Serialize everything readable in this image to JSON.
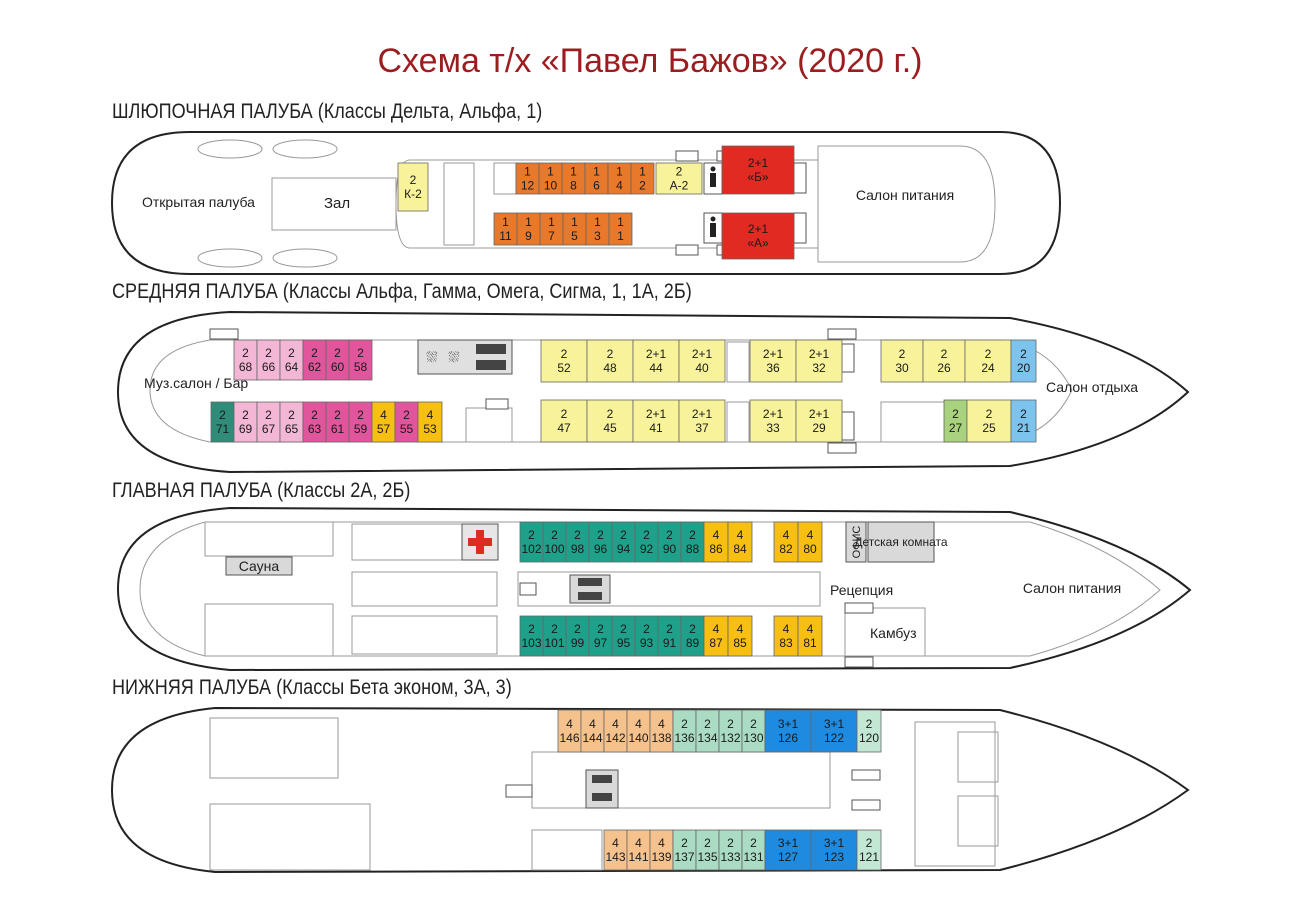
{
  "title": "Схема т/х «Павел Бажов» (2020 г.)",
  "colors": {
    "orange": "#e8782a",
    "red": "#e02a22",
    "yellow": "#f8f39a",
    "pink_light": "#f3b6d4",
    "pink_dark": "#e0559c",
    "amber": "#f7bf12",
    "teal_dark": "#2f8c79",
    "teal": "#1fa08b",
    "blue_light": "#7cc4ee",
    "green_light": "#a8d27e",
    "peach": "#f5c28e",
    "mint": "#a9dcc2",
    "blue": "#1e8be0",
    "mint2": "#c2e8d4",
    "grey": "#d9d9d9"
  },
  "decks": {
    "boat": {
      "title": "ШЛЮПОЧНАЯ ПАЛУБА (Классы Дельта, Альфа, 1)",
      "labels": {
        "open_deck": "Открытая палуба",
        "hall": "Зал",
        "dining": "Салон питания"
      },
      "cabins": [
        {
          "t": "2",
          "n": "К-2",
          "c": "yellow"
        },
        {
          "t": "1",
          "n": "12",
          "c": "orange"
        },
        {
          "t": "1",
          "n": "10",
          "c": "orange"
        },
        {
          "t": "1",
          "n": "8",
          "c": "orange"
        },
        {
          "t": "1",
          "n": "6",
          "c": "orange"
        },
        {
          "t": "1",
          "n": "4",
          "c": "orange"
        },
        {
          "t": "1",
          "n": "2",
          "c": "orange"
        },
        {
          "t": "2",
          "n": "А-2",
          "c": "yellow"
        },
        {
          "t": "2+1",
          "n": "«Б»",
          "c": "red"
        },
        {
          "t": "1",
          "n": "11",
          "c": "orange"
        },
        {
          "t": "1",
          "n": "9",
          "c": "orange"
        },
        {
          "t": "1",
          "n": "7",
          "c": "orange"
        },
        {
          "t": "1",
          "n": "5",
          "c": "orange"
        },
        {
          "t": "1",
          "n": "3",
          "c": "orange"
        },
        {
          "t": "1",
          "n": "1",
          "c": "orange"
        },
        {
          "t": "2+1",
          "n": "«А»",
          "c": "red"
        }
      ]
    },
    "middle": {
      "title": "СРЕДНЯЯ ПАЛУБА (Классы Альфа, Гамма, Омега, Сигма, 1, 1А, 2Б)",
      "labels": {
        "music": "Муз.салон / Бар",
        "lounge": "Салон отдыха"
      },
      "cabins": [
        {
          "t": "2",
          "n": "68",
          "c": "pink_light"
        },
        {
          "t": "2",
          "n": "66",
          "c": "pink_light"
        },
        {
          "t": "2",
          "n": "64",
          "c": "pink_light"
        },
        {
          "t": "2",
          "n": "62",
          "c": "pink_dark"
        },
        {
          "t": "2",
          "n": "60",
          "c": "pink_dark"
        },
        {
          "t": "2",
          "n": "58",
          "c": "pink_dark"
        },
        {
          "t": "2",
          "n": "71",
          "c": "teal_dark"
        },
        {
          "t": "2",
          "n": "69",
          "c": "pink_light"
        },
        {
          "t": "2",
          "n": "67",
          "c": "pink_light"
        },
        {
          "t": "2",
          "n": "65",
          "c": "pink_light"
        },
        {
          "t": "2",
          "n": "63",
          "c": "pink_dark"
        },
        {
          "t": "2",
          "n": "61",
          "c": "pink_dark"
        },
        {
          "t": "2",
          "n": "59",
          "c": "pink_dark"
        },
        {
          "t": "4",
          "n": "57",
          "c": "amber"
        },
        {
          "t": "2",
          "n": "55",
          "c": "pink_dark"
        },
        {
          "t": "4",
          "n": "53",
          "c": "amber"
        },
        {
          "t": "2",
          "n": "52",
          "c": "yellow"
        },
        {
          "t": "2",
          "n": "48",
          "c": "yellow"
        },
        {
          "t": "2+1",
          "n": "44",
          "c": "yellow"
        },
        {
          "t": "2+1",
          "n": "40",
          "c": "yellow"
        },
        {
          "t": "2+1",
          "n": "36",
          "c": "yellow"
        },
        {
          "t": "2+1",
          "n": "32",
          "c": "yellow"
        },
        {
          "t": "2",
          "n": "47",
          "c": "yellow"
        },
        {
          "t": "2",
          "n": "45",
          "c": "yellow"
        },
        {
          "t": "2+1",
          "n": "41",
          "c": "yellow"
        },
        {
          "t": "2+1",
          "n": "37",
          "c": "yellow"
        },
        {
          "t": "2+1",
          "n": "33",
          "c": "yellow"
        },
        {
          "t": "2+1",
          "n": "29",
          "c": "yellow"
        },
        {
          "t": "2",
          "n": "30",
          "c": "yellow"
        },
        {
          "t": "2",
          "n": "26",
          "c": "yellow"
        },
        {
          "t": "2",
          "n": "24",
          "c": "yellow"
        },
        {
          "t": "2",
          "n": "20",
          "c": "blue_light"
        },
        {
          "t": "2",
          "n": "27",
          "c": "green_light"
        },
        {
          "t": "2",
          "n": "25",
          "c": "yellow"
        },
        {
          "t": "2",
          "n": "21",
          "c": "blue_light"
        }
      ]
    },
    "main": {
      "title": "ГЛАВНАЯ ПАЛУБА (Классы 2А, 2Б)",
      "labels": {
        "sauna": "Сауна",
        "office": "ОФИС",
        "kids": "Детская комната",
        "reception": "Рецепция",
        "galley": "Камбуз",
        "dining": "Салон питания"
      },
      "cabins": [
        {
          "t": "2",
          "n": "102",
          "c": "teal"
        },
        {
          "t": "2",
          "n": "100",
          "c": "teal"
        },
        {
          "t": "2",
          "n": "98",
          "c": "teal"
        },
        {
          "t": "2",
          "n": "96",
          "c": "teal"
        },
        {
          "t": "2",
          "n": "94",
          "c": "teal"
        },
        {
          "t": "2",
          "n": "92",
          "c": "teal"
        },
        {
          "t": "2",
          "n": "90",
          "c": "teal"
        },
        {
          "t": "2",
          "n": "88",
          "c": "teal"
        },
        {
          "t": "4",
          "n": "86",
          "c": "amber"
        },
        {
          "t": "4",
          "n": "84",
          "c": "amber"
        },
        {
          "t": "4",
          "n": "82",
          "c": "amber"
        },
        {
          "t": "4",
          "n": "80",
          "c": "amber"
        },
        {
          "t": "2",
          "n": "103",
          "c": "teal"
        },
        {
          "t": "2",
          "n": "101",
          "c": "teal"
        },
        {
          "t": "2",
          "n": "99",
          "c": "teal"
        },
        {
          "t": "2",
          "n": "97",
          "c": "teal"
        },
        {
          "t": "2",
          "n": "95",
          "c": "teal"
        },
        {
          "t": "2",
          "n": "93",
          "c": "teal"
        },
        {
          "t": "2",
          "n": "91",
          "c": "teal"
        },
        {
          "t": "2",
          "n": "89",
          "c": "teal"
        },
        {
          "t": "4",
          "n": "87",
          "c": "amber"
        },
        {
          "t": "4",
          "n": "85",
          "c": "amber"
        },
        {
          "t": "4",
          "n": "83",
          "c": "amber"
        },
        {
          "t": "4",
          "n": "81",
          "c": "amber"
        }
      ]
    },
    "lower": {
      "title": "НИЖНЯЯ ПАЛУБА (Классы Бета эконом, 3А, 3)",
      "cabins": [
        {
          "t": "4",
          "n": "146",
          "c": "peach"
        },
        {
          "t": "4",
          "n": "144",
          "c": "peach"
        },
        {
          "t": "4",
          "n": "142",
          "c": "peach"
        },
        {
          "t": "4",
          "n": "140",
          "c": "peach"
        },
        {
          "t": "4",
          "n": "138",
          "c": "peach"
        },
        {
          "t": "2",
          "n": "136",
          "c": "mint"
        },
        {
          "t": "2",
          "n": "134",
          "c": "mint"
        },
        {
          "t": "2",
          "n": "132",
          "c": "mint"
        },
        {
          "t": "2",
          "n": "130",
          "c": "mint"
        },
        {
          "t": "3+1",
          "n": "126",
          "c": "blue"
        },
        {
          "t": "3+1",
          "n": "122",
          "c": "blue"
        },
        {
          "t": "2",
          "n": "120",
          "c": "mint2"
        },
        {
          "t": "4",
          "n": "143",
          "c": "peach"
        },
        {
          "t": "4",
          "n": "141",
          "c": "peach"
        },
        {
          "t": "4",
          "n": "139",
          "c": "peach"
        },
        {
          "t": "2",
          "n": "137",
          "c": "mint"
        },
        {
          "t": "2",
          "n": "135",
          "c": "mint"
        },
        {
          "t": "2",
          "n": "133",
          "c": "mint"
        },
        {
          "t": "2",
          "n": "131",
          "c": "mint"
        },
        {
          "t": "3+1",
          "n": "127",
          "c": "blue"
        },
        {
          "t": "3+1",
          "n": "123",
          "c": "blue"
        },
        {
          "t": "2",
          "n": "121",
          "c": "mint2"
        }
      ]
    }
  }
}
